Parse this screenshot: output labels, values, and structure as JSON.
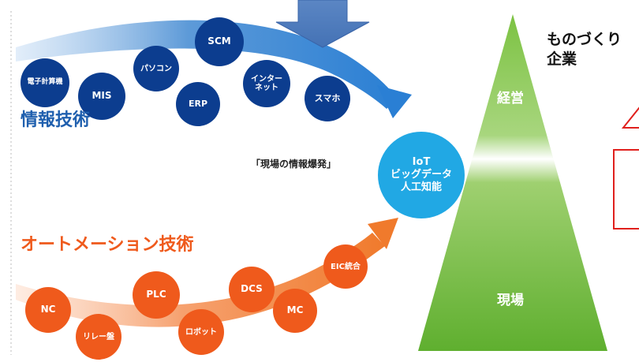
{
  "it": {
    "title": "情報技術",
    "color": "#1f5fae",
    "nodes": [
      {
        "id": "computer",
        "label": "電子計算機"
      },
      {
        "id": "mis",
        "label": "MIS"
      },
      {
        "id": "pc",
        "label": "パソコン"
      },
      {
        "id": "erp",
        "label": "ERP"
      },
      {
        "id": "scm",
        "label": "SCM"
      },
      {
        "id": "internet",
        "label": "インター\nネット"
      },
      {
        "id": "smartphone",
        "label": "スマホ"
      }
    ]
  },
  "ot": {
    "title": "オートメーション技術",
    "color": "#ef5a1c",
    "nodes": [
      {
        "id": "nc",
        "label": "NC"
      },
      {
        "id": "relay",
        "label": "リレー盤"
      },
      {
        "id": "plc",
        "label": "PLC"
      },
      {
        "id": "robot",
        "label": "ロボット"
      },
      {
        "id": "dcs",
        "label": "DCS"
      },
      {
        "id": "mc",
        "label": "MC"
      },
      {
        "id": "eic",
        "label": "EIC統合"
      }
    ]
  },
  "hub": {
    "label": "IoT\nビッグデータ\n人工知能",
    "color": "#21a8e4"
  },
  "explosion_label": "「現場の情報爆発」",
  "pyramid": {
    "top_label": "経営",
    "bottom_label": "現場",
    "color": "#7cc242"
  },
  "manufacturer_label": "ものづくり\n企業",
  "callout_color": "#e0201d"
}
